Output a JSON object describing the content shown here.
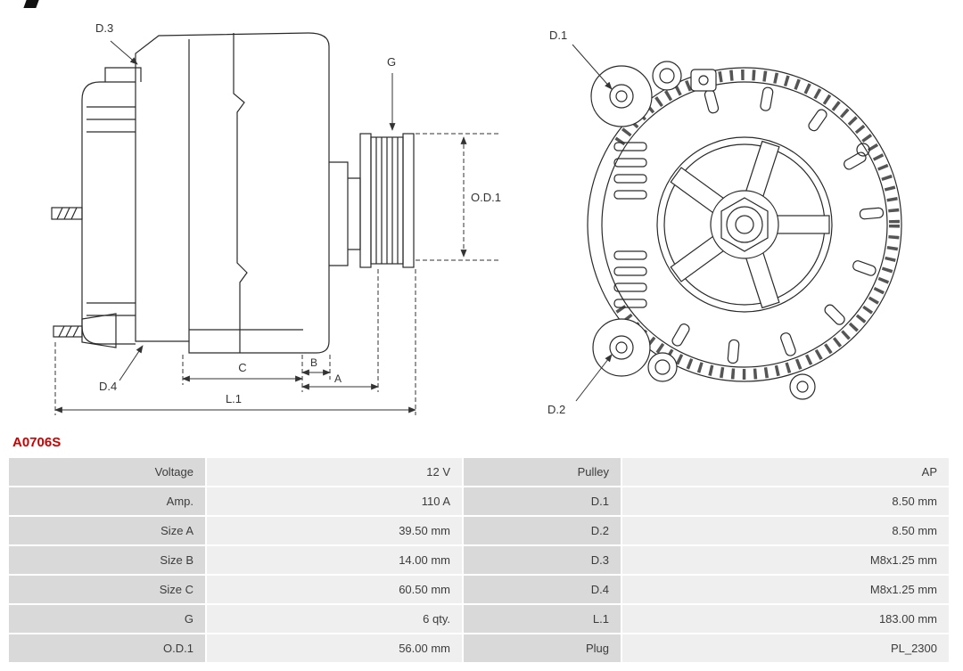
{
  "part_number": "A0706S",
  "colors": {
    "part_number": "#cc0000",
    "label_cell_bg": "#d9d9d9",
    "value_cell_bg": "#efefef",
    "line_art": "#2a2a2a"
  },
  "drawing_labels": {
    "d1": "D.1",
    "d2": "D.2",
    "d3": "D.3",
    "d4": "D.4",
    "g": "G",
    "od1": "O.D.1",
    "a": "A",
    "b": "B",
    "c": "C",
    "l1": "L.1"
  },
  "specs": {
    "rows": [
      {
        "label1": "Voltage",
        "value1": "12 V",
        "label2": "Pulley",
        "value2": "AP"
      },
      {
        "label1": "Amp.",
        "value1": "110 A",
        "label2": "D.1",
        "value2": "8.50 mm"
      },
      {
        "label1": "Size A",
        "value1": "39.50 mm",
        "label2": "D.2",
        "value2": "8.50 mm"
      },
      {
        "label1": "Size B",
        "value1": "14.00 mm",
        "label2": "D.3",
        "value2": "M8x1.25 mm"
      },
      {
        "label1": "Size C",
        "value1": "60.50 mm",
        "label2": "D.4",
        "value2": "M8x1.25 mm"
      },
      {
        "label1": "G",
        "value1": "6 qty.",
        "label2": "L.1",
        "value2": "183.00 mm"
      },
      {
        "label1": "O.D.1",
        "value1": "56.00 mm",
        "label2": "Plug",
        "value2": "PL_2300"
      }
    ]
  }
}
